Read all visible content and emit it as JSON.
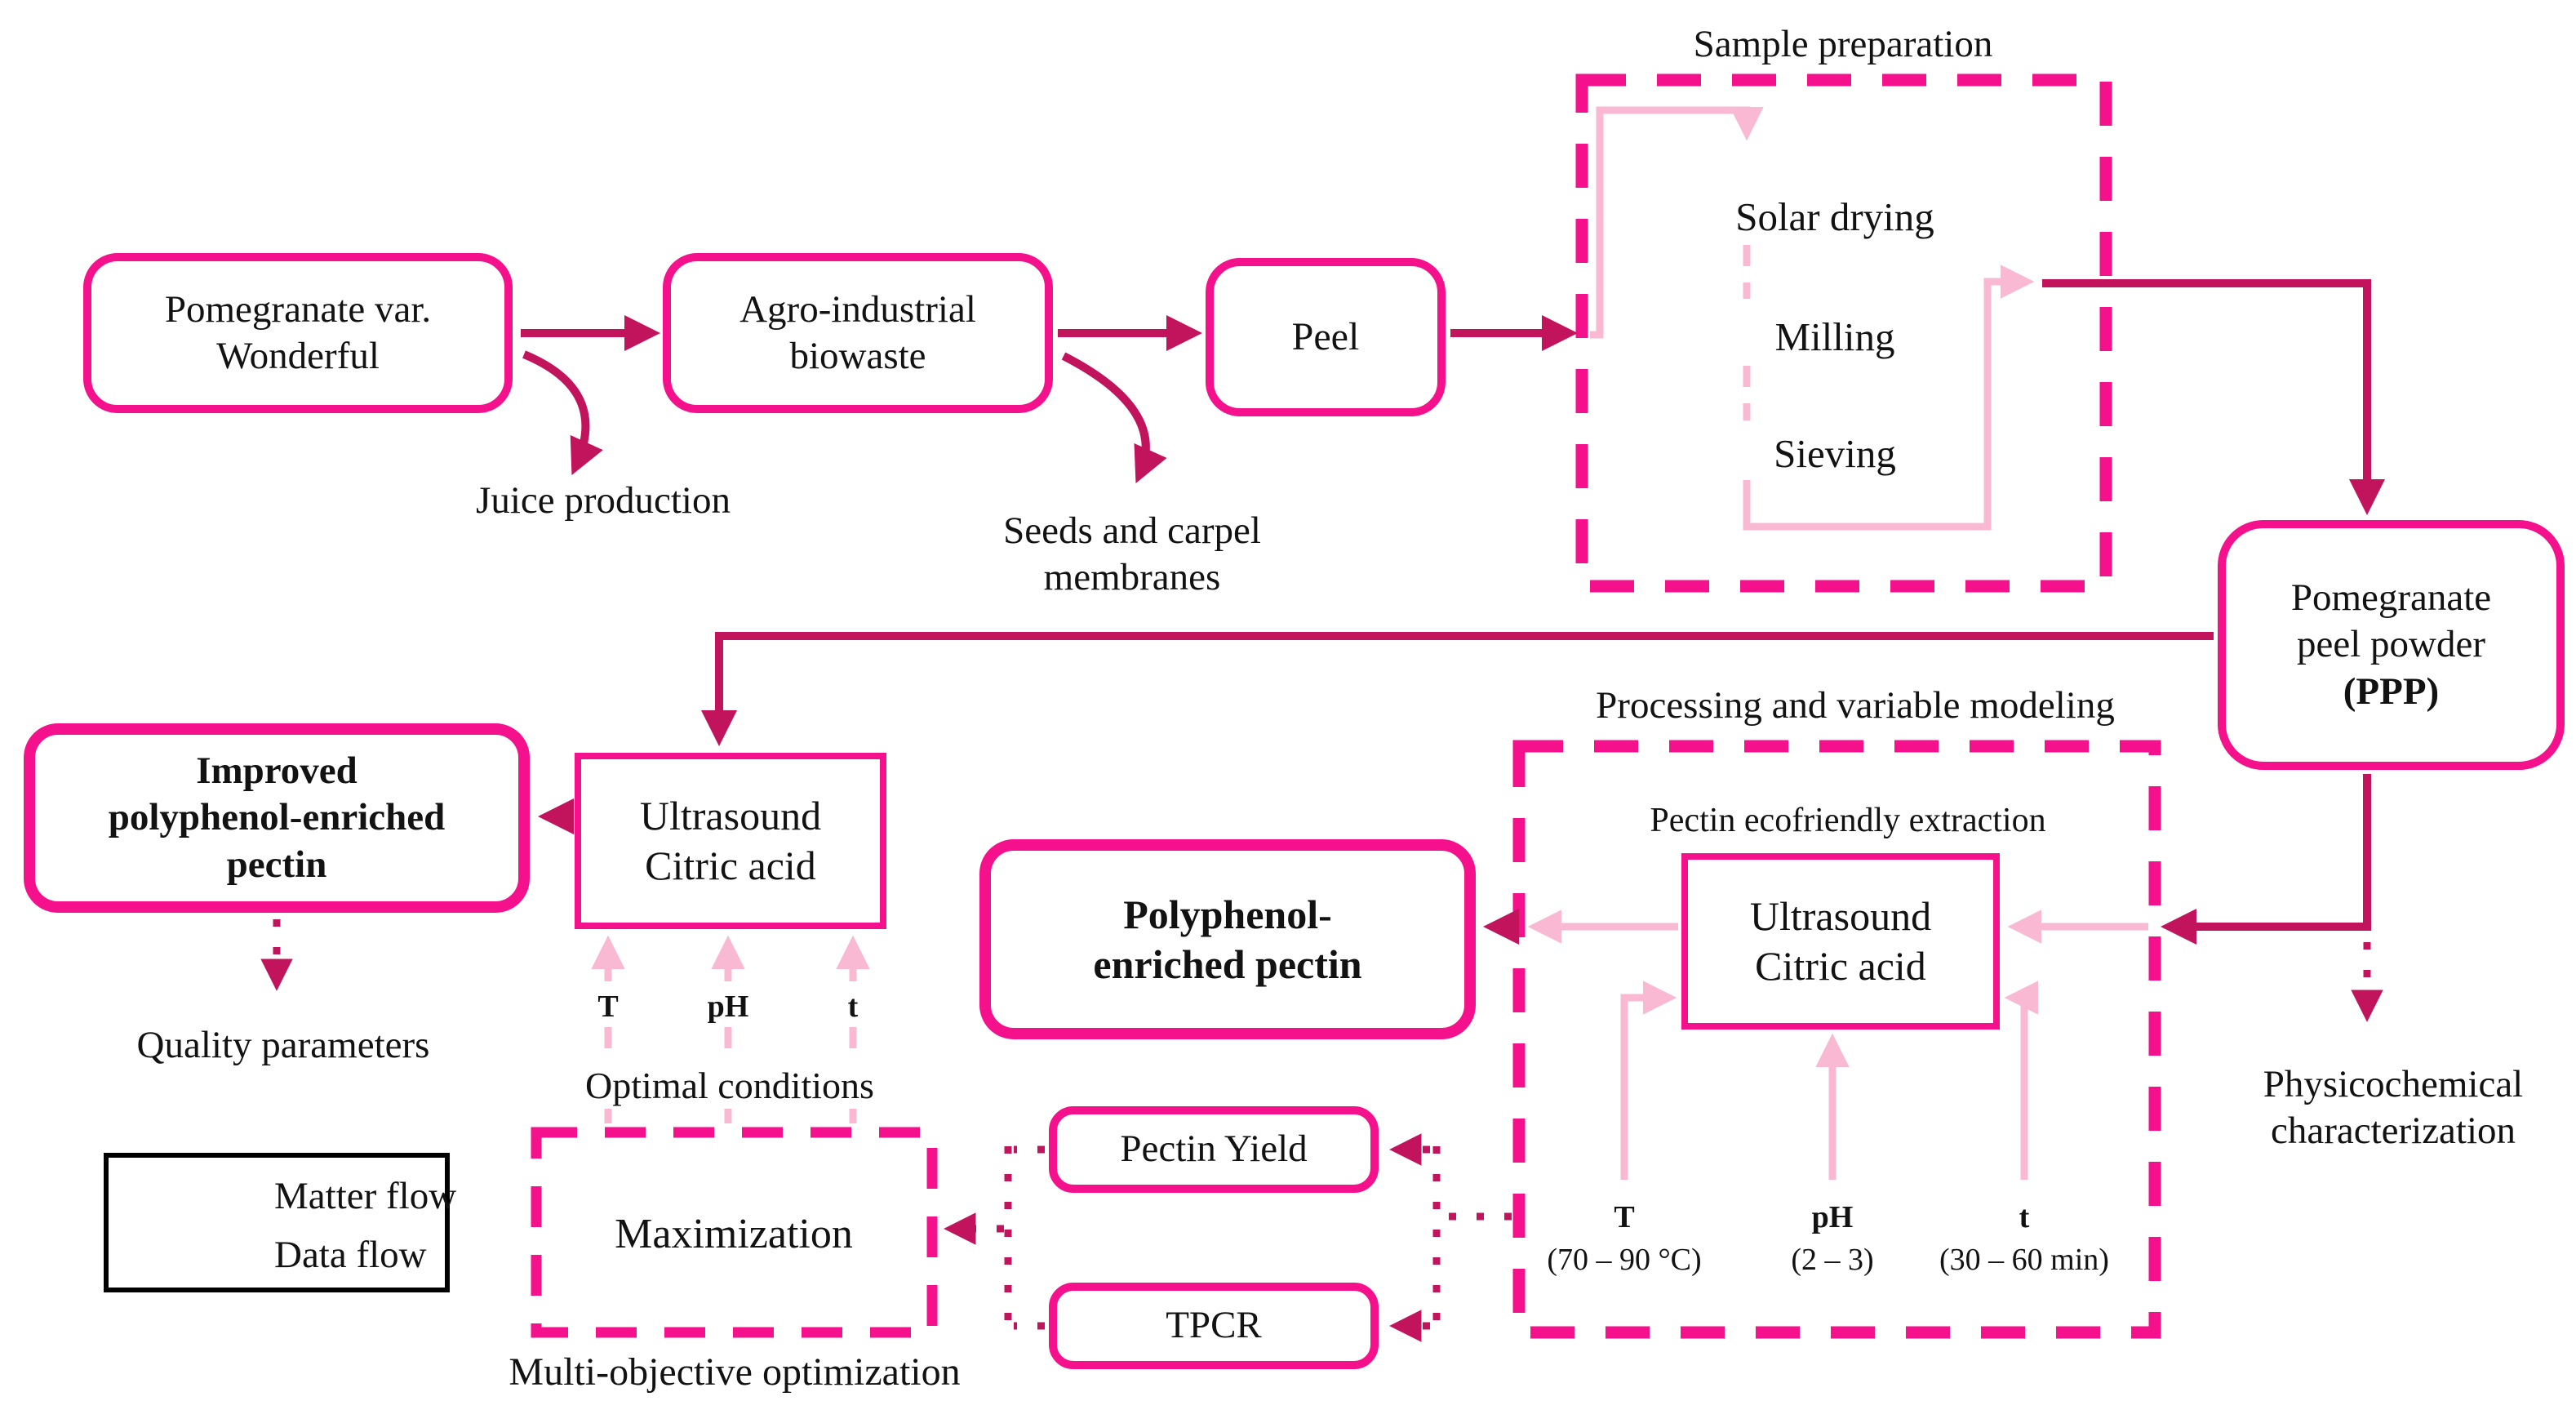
{
  "palette": {
    "pink": "#F5108C",
    "crimson": "#C1145C",
    "light_pink": "#F9B9D3",
    "ink": "#121212",
    "bg": "#FFFFFF"
  },
  "nodes": {
    "pomegranate": "Pomegranate var.\nWonderful",
    "agro": "Agro-industrial\nbiowaste",
    "peel": "Peel",
    "ppp_title": "Pomegranate\npeel powder",
    "ppp_abbr": "(PPP)",
    "improved": "Improved\npolyphenol-enriched\npectin",
    "ultrasound_left": "Ultrasound\nCitric acid",
    "polyphenol": "Polyphenol-\nenriched pectin",
    "pectin_yield": "Pectin Yield",
    "tpcr": "TPCR",
    "maximization": "Maximization",
    "ultrasound_right": "Ultrasound\nCitric acid"
  },
  "groups": {
    "sample_preparation": {
      "label": "Sample preparation",
      "steps": [
        "Solar drying",
        "Milling",
        "Sieving"
      ]
    },
    "processing": {
      "label": "Processing and variable modeling",
      "sublabel": "Pectin ecofriendly extraction"
    },
    "optimization": {
      "label": "Multi-objective optimization"
    }
  },
  "annotations": {
    "juice": "Juice production",
    "seeds": "Seeds and carpel\nmembranes",
    "quality": "Quality parameters",
    "optimal": "Optimal conditions",
    "physicochemical": "Physicochemical\ncharacterization"
  },
  "variables": {
    "left": [
      {
        "symbol": "T"
      },
      {
        "symbol": "pH"
      },
      {
        "symbol": "t"
      }
    ],
    "right": [
      {
        "symbol": "T",
        "range": "(70 – 90 °C)"
      },
      {
        "symbol": "pH",
        "range": "(2 – 3)"
      },
      {
        "symbol": "t",
        "range": "(30 – 60 min)"
      }
    ]
  },
  "legend": {
    "matter_flow": "Matter flow",
    "data_flow": "Data flow"
  }
}
